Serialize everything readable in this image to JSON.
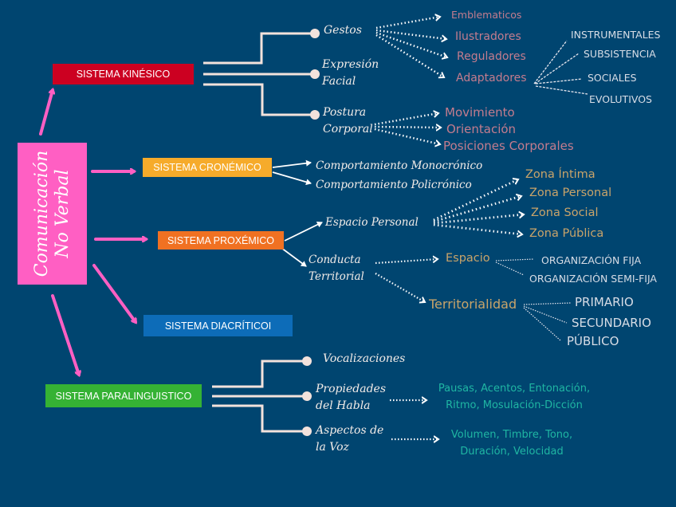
{
  "colors": {
    "background": "#004570",
    "root": "#ff5fc3",
    "kinesico": "#cc0021",
    "cronemico": "#f6ab2b",
    "proxemico": "#f07122",
    "diacritico": "#0d6cb8",
    "paralinguistico": "#35b234",
    "connector": "#f3e2dc"
  },
  "root": {
    "title_line1": "Comunicación",
    "title_line2": "No Verbal"
  },
  "systems": {
    "kinesico": {
      "label": "SISTEMA KINÉSICO",
      "children": {
        "gestos": {
          "label": "Gestos",
          "items": [
            "Emblematicos",
            "Ilustradores",
            "Reguladores",
            "Adaptadores"
          ],
          "adaptadores_types": [
            "INSTRUMENTALES",
            "SUBSISTENCIA",
            "SOCIALES",
            "EVOLUTIVOS"
          ]
        },
        "expresion": {
          "line1": "Expresión",
          "line2": "Facial"
        },
        "postura": {
          "line1": "Postura",
          "line2": "Corporal",
          "items": [
            "Movimiento",
            "Orientación",
            "Posiciones Corporales"
          ]
        }
      }
    },
    "cronemico": {
      "label": "SISTEMA CRONÉMICO",
      "items": [
        "Comportamiento Monocrónico",
        "Comportamiento Policrónico"
      ]
    },
    "proxemico": {
      "label": "SISTEMA PROXÉMICO",
      "espacio_personal": {
        "label": "Espacio Personal",
        "zones": [
          "Zona Íntima",
          "Zona Personal",
          "Zona Social",
          "Zona Pública"
        ]
      },
      "conducta_territorial": {
        "line1": "Conducta",
        "line2": "Territorial",
        "espacio": {
          "label": "Espacio",
          "items": [
            "ORGANIZACIÓN FIJA",
            "ORGANIZACIÓN SEMI-FIJA"
          ]
        },
        "territorialidad": {
          "label": "Territorialidad",
          "items": [
            "PRIMARIO",
            "SECUNDARIO",
            "PÚBLICO"
          ]
        }
      }
    },
    "diacritico": {
      "label": "SISTEMA DIACRÍTICOI"
    },
    "paralinguistico": {
      "label": "SISTEMA PARALINGUISTICO",
      "vocalizaciones": "Vocalizaciones",
      "propiedades": {
        "line1": "Propiedades",
        "line2": "del Habla",
        "detail_line1": "Pausas, Acentos, Entonación,",
        "detail_line2": "Ritmo, Mosulación-Dicción"
      },
      "aspectos": {
        "line1": "Aspectos de",
        "line2": "la Voz",
        "detail_line1": "Volumen, Timbre, Tono,",
        "detail_line2": "Duración, Velocidad"
      }
    }
  }
}
